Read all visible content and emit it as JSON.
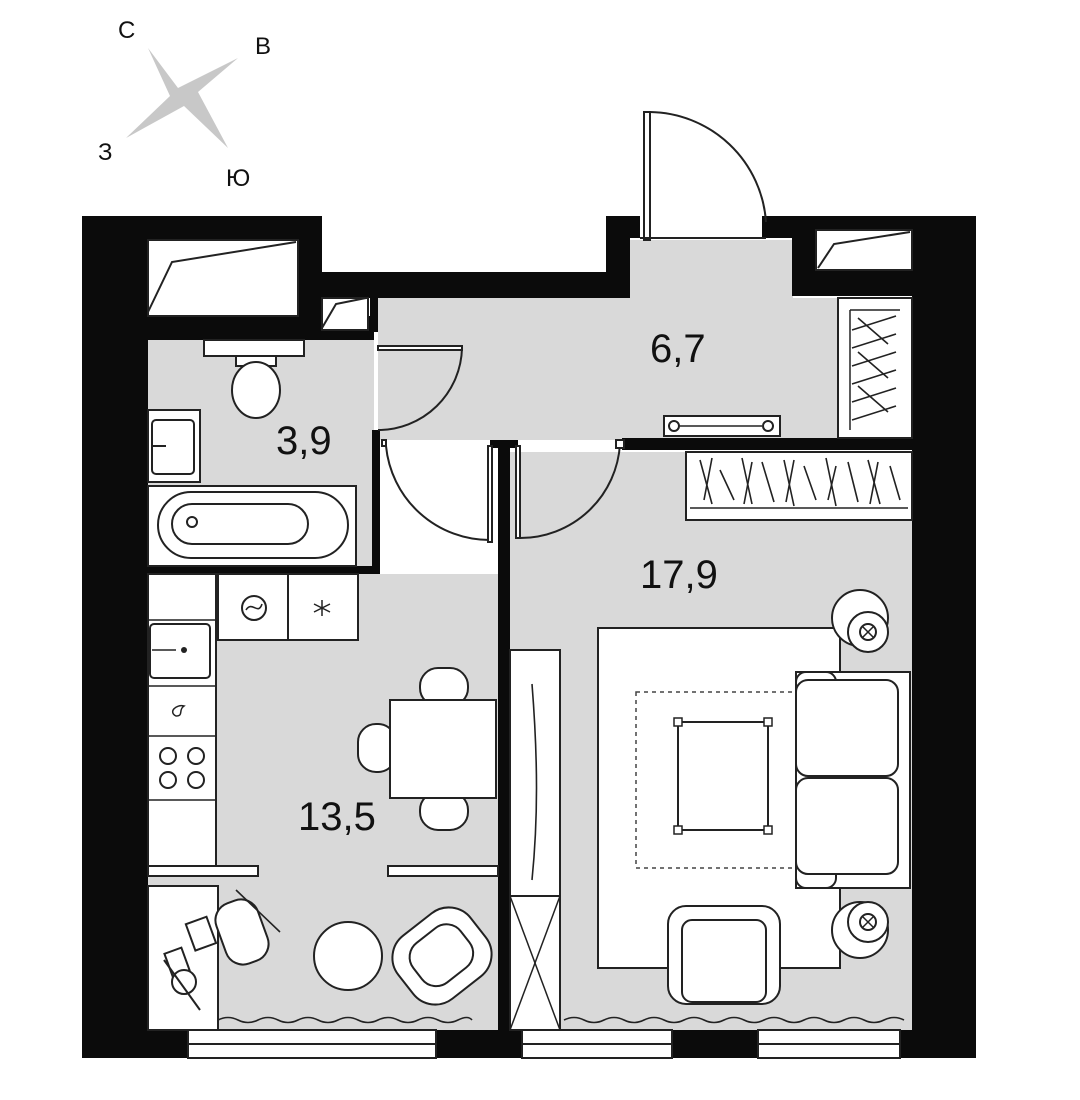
{
  "compass": {
    "north": "С",
    "east": "В",
    "west": "З",
    "south": "Ю"
  },
  "rooms": {
    "hall": {
      "area": "6,7"
    },
    "bathroom": {
      "area": "3,9"
    },
    "kitchen": {
      "area": "13,5"
    },
    "living": {
      "area": "17,9"
    }
  },
  "colors": {
    "wall": "#0b0b0b",
    "floor": "#d9d9d9",
    "furniture": "#ffffff",
    "compass": "#c8c8c8"
  },
  "icons": [
    "compass-rose-icon",
    "toilet-icon",
    "sink-icon",
    "bathtub-icon",
    "washing-machine-icon",
    "fridge-icon",
    "stove-icon",
    "dining-table-icon",
    "chair-icon",
    "sofa-icon",
    "armchair-icon",
    "floor-lamp-icon",
    "wardrobe-icon",
    "desk-icon",
    "door-icon",
    "window-icon"
  ]
}
